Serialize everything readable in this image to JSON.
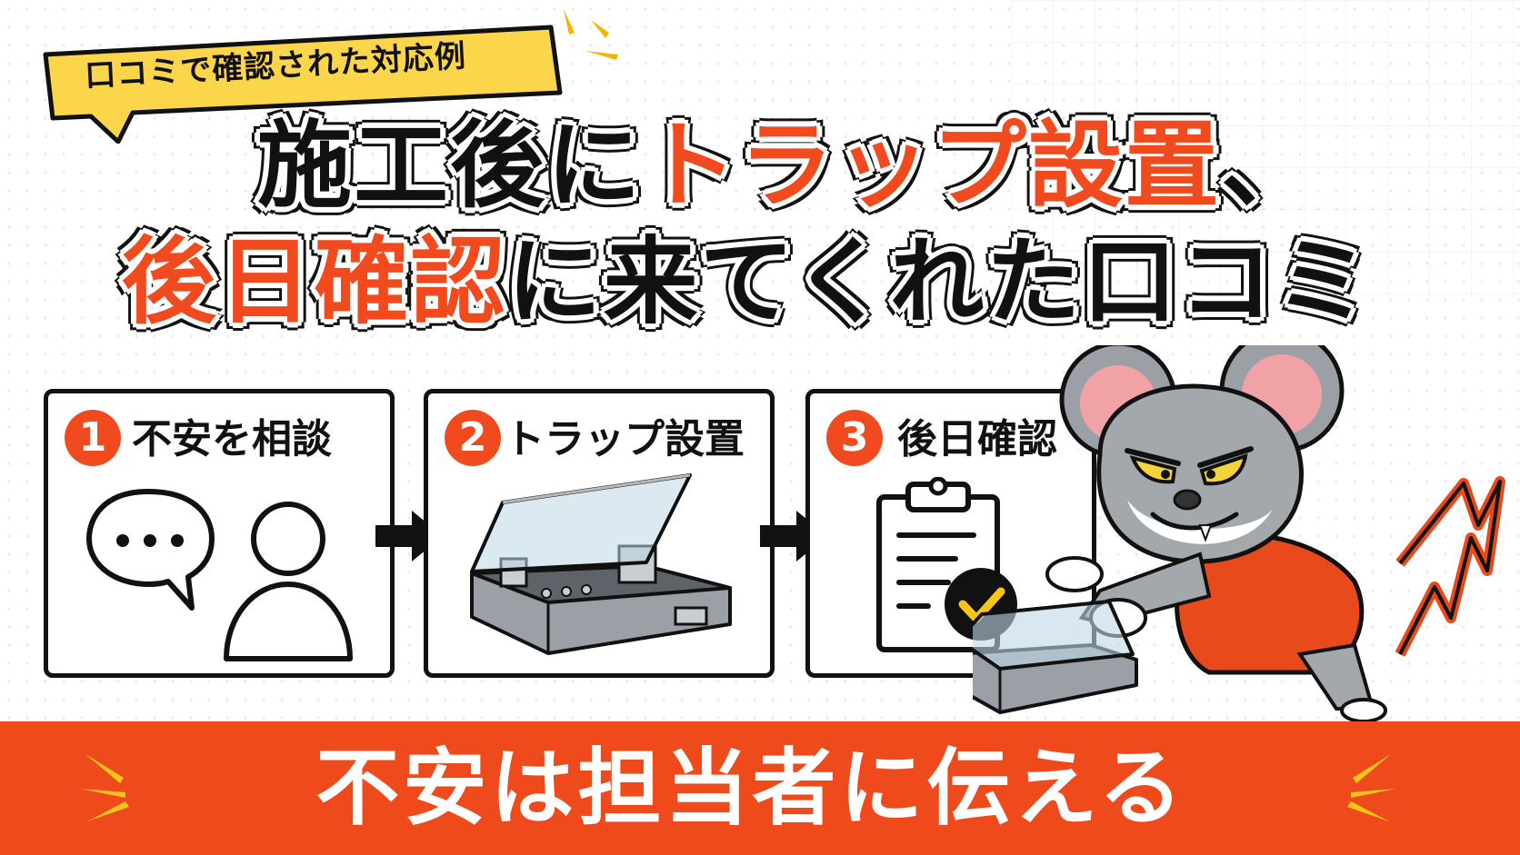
{
  "tag": {
    "label": "口コミで確認された対応例"
  },
  "headline": {
    "line1": {
      "black_part": "施工後に",
      "red_part": "トラップ設置",
      "tail": "、"
    },
    "line2": {
      "red_part": "後日確認",
      "black_part": "に来てくれた口コミ"
    }
  },
  "steps": [
    {
      "number": "1",
      "title": "不安を相談",
      "icon": "chat-and-person-icon"
    },
    {
      "number": "2",
      "title": "トラップ設置",
      "icon": "trap-box-icon"
    },
    {
      "number": "3",
      "title": "後日確認",
      "icon": "clipboard-check-icon"
    }
  ],
  "banner": {
    "text": "不安は担当者に伝える"
  },
  "colors": {
    "accent_red": "#f04a1e",
    "tag_yellow": "#fbd54a",
    "ink": "#111111",
    "check_yellow": "#f5c518"
  }
}
